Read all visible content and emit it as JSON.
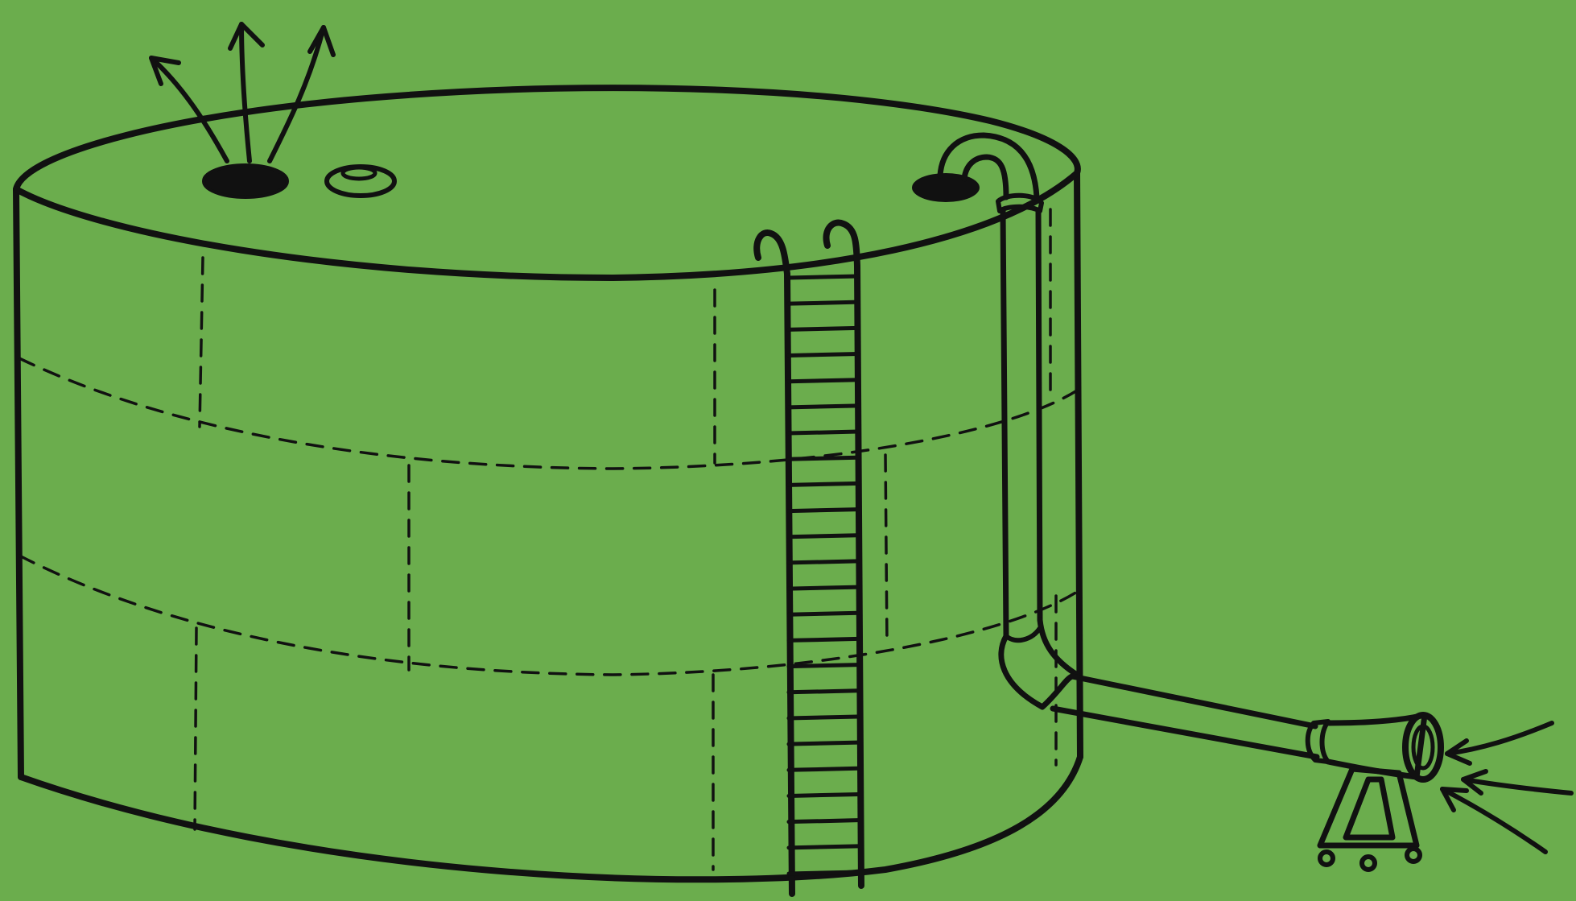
{
  "scene": {
    "subject": "storage-tank-ventilation",
    "colors": {
      "background": "#6bad4d",
      "ink": "#111111"
    },
    "components": [
      "tank-shell",
      "tank-roof",
      "vent-opening",
      "exhaust-arrows",
      "roof-hatch",
      "ladder",
      "duct-elbow",
      "vertical-duct",
      "horizontal-duct",
      "blower-fan",
      "intake-arrows"
    ],
    "ladder_rungs": 24
  }
}
